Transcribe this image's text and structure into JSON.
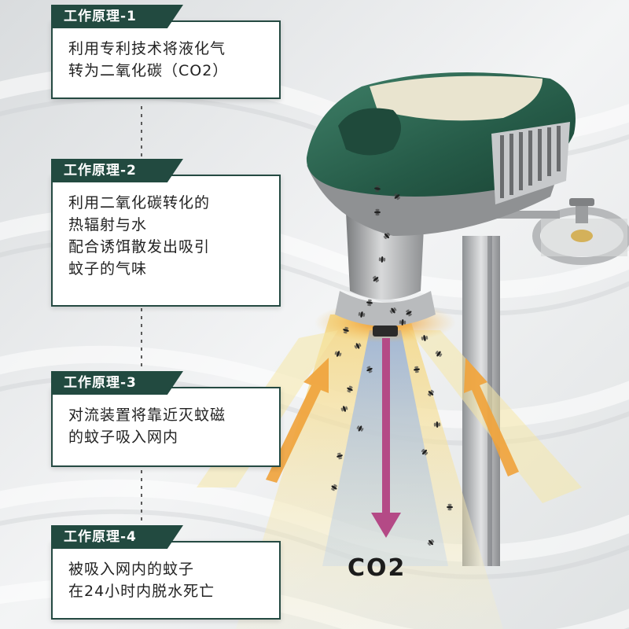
{
  "steps": [
    {
      "title": "工作原理-1",
      "body": "利用专利技术将液化气\n转为二氧化碳（CO2）"
    },
    {
      "title": "工作原理-2",
      "body": "利用二氧化碳转化的\n热辐射与水\n配合诱饵散发出吸引\n蚊子的气味"
    },
    {
      "title": "工作原理-3",
      "body": "对流装置将靠近灭蚊磁\n的蚊子吸入网内"
    },
    {
      "title": "工作原理-4",
      "body": "被吸入网内的蚊子\n在24小时内脱水死亡"
    }
  ],
  "co2_label": "CO2",
  "colors": {
    "tag": "#224a40",
    "device_green": "#2d6a55",
    "arrow_pink": "#b44a86",
    "arrow_orange": "#f0a23a"
  }
}
